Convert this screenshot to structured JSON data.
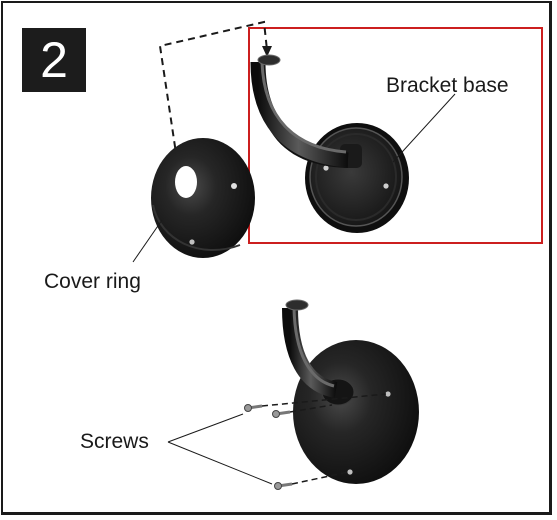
{
  "step_number": "2",
  "labels": {
    "bracket_base": "Bracket base",
    "cover_ring": "Cover ring",
    "screws": "Screws"
  },
  "colors": {
    "highlight_box": "#cc1f1f",
    "part": "#161616",
    "frame": "#1a1a1a"
  }
}
